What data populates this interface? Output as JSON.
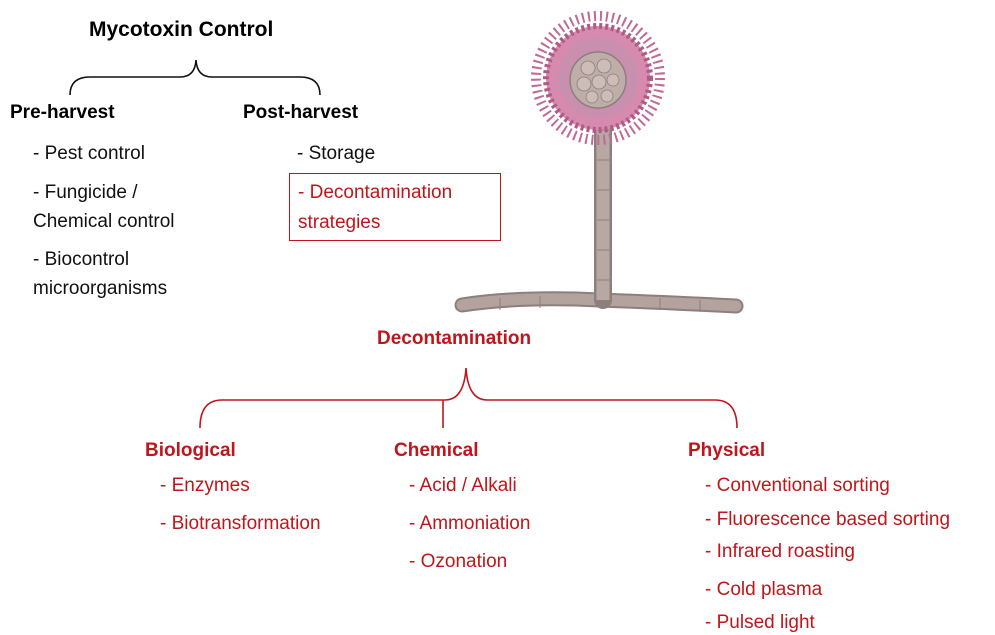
{
  "top": {
    "title": "Mycotoxin Control",
    "pre_harvest": {
      "heading": "Pre-harvest",
      "items": [
        "- Pest control",
        "- Fungicide /",
        "Chemical control",
        "- Biocontrol",
        "microorganisms"
      ]
    },
    "post_harvest": {
      "heading": "Post-harvest",
      "items": [
        "- Storage"
      ],
      "highlight": [
        "- Decontamination",
        "strategies"
      ]
    }
  },
  "decontamination": {
    "title": "Decontamination",
    "biological": {
      "heading": "Biological",
      "items": [
        "- Enzymes",
        "- Biotransformation"
      ]
    },
    "chemical": {
      "heading": "Chemical",
      "items": [
        "- Acid / Alkali",
        "- Ammoniation",
        "- Ozonation"
      ]
    },
    "physical": {
      "heading": "Physical",
      "items": [
        "- Conventional sorting",
        "- Fluorescence based sorting",
        "- Infrared roasting",
        "- Cold plasma",
        "- Pulsed light"
      ]
    }
  },
  "colors": {
    "accent": "#c0161b",
    "fungus_head": "#c06a95",
    "fungus_stalk": "#b3a29d"
  },
  "icons": [
    "aspergillus-fungus-illustration"
  ]
}
